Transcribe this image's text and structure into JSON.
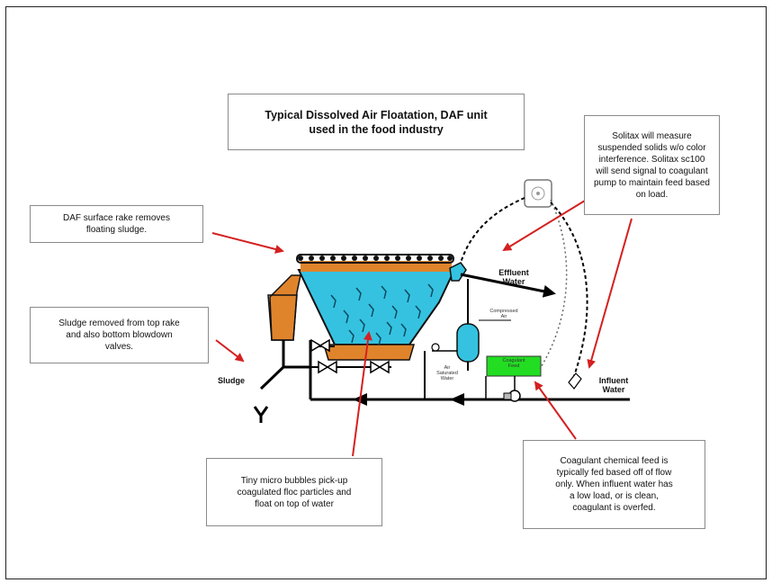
{
  "title": "Typical Dissolved Air Floatation, DAF unit\nused in the food industry",
  "callouts": {
    "rake": "DAF surface rake removes\nfloating sludge.",
    "sludge_removed": "Sludge removed from top rake\nand also bottom blowdown\nvalves.",
    "bubbles": "Tiny micro bubbles pick-up\ncoagulated floc particles and\nfloat on top of water",
    "solitax": "Solitax will measure\nsuspended solids w/o color\ninterference.  Solitax sc100\nwill send signal to coagulant\npump to maintain feed based\non load.",
    "coagulant": "Coagulant chemical feed is\ntypically fed based off of flow\nonly.  When influent water has\na low load, or is clean,\ncoagulant is overfed."
  },
  "labels": {
    "effluent": "Effluent\nWater",
    "influent": "Influent\nWater",
    "sludge": "Sludge",
    "compressed_air": "Compressed\nAir",
    "air_saturated": "Air\nSaturated\nWater",
    "coagulant_feed": "Coagulant\nFeed"
  },
  "colors": {
    "water": "#35c2e0",
    "sludge": "#e0842c",
    "coagulant_box": "#22dd22",
    "arrow": "#d42020",
    "pipe": "#000000"
  },
  "icons": [
    "analyzer-controller-icon",
    "coagulant-pump-icon"
  ]
}
